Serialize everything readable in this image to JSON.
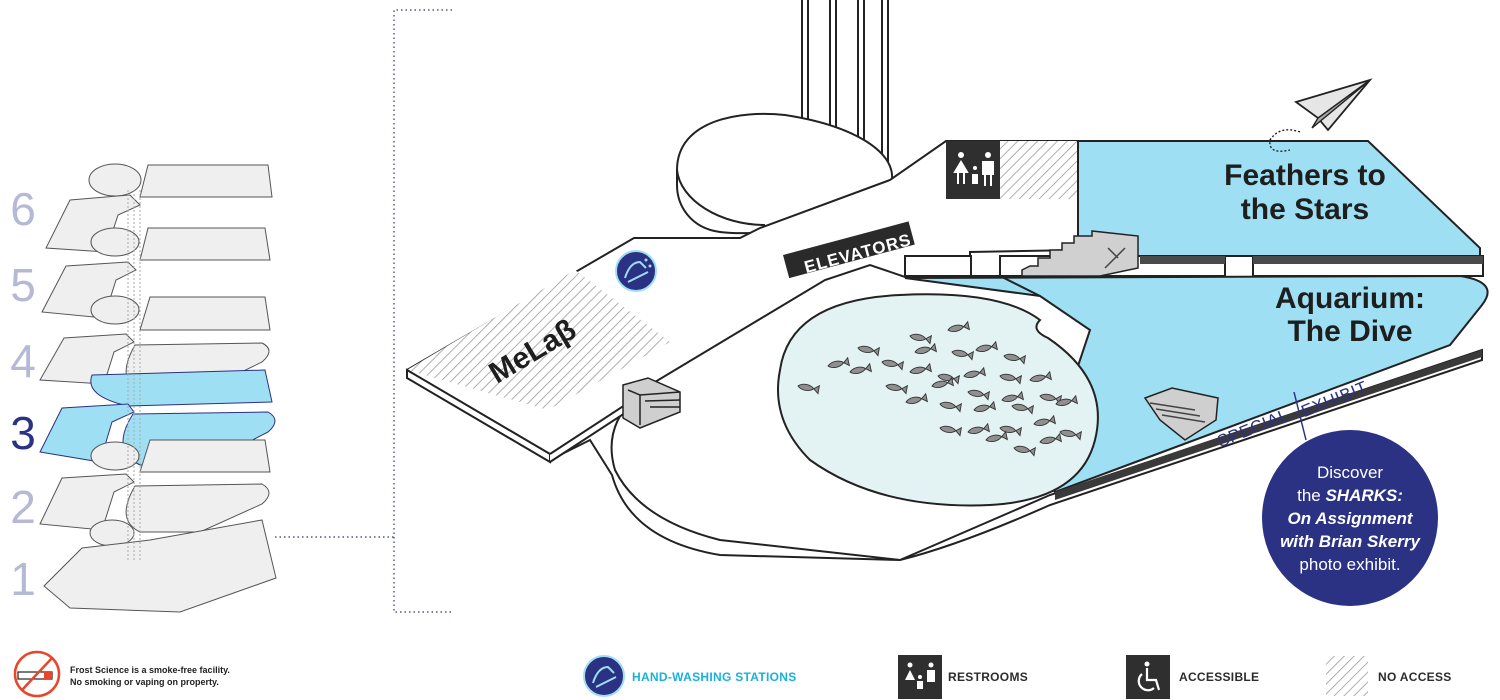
{
  "floor_selector": {
    "floors": [
      "6",
      "5",
      "4",
      "3",
      "2",
      "1"
    ],
    "active_floor": "3"
  },
  "map": {
    "areas": {
      "melab": "MeLaβ",
      "feathers_line1": "Feathers to",
      "feathers_line2": "the Stars",
      "aquarium_line1": "Aquarium:",
      "aquarium_line2": "The Dive",
      "elevators": "ELEVATORS"
    },
    "special_exhibit": {
      "word1": "SPECIAL",
      "word2": "EXHIBIT",
      "promo_line1": "Discover",
      "promo_line2_prefix": "the ",
      "promo_line2_em": "SHARKS:",
      "promo_line3": "On Assignment",
      "promo_line4": "with Brian Skerry",
      "promo_line5": "photo exhibit."
    }
  },
  "legend": {
    "smoke_line1": "Frost Science is a smoke-free facility.",
    "smoke_line2": "No smoking or vaping on property.",
    "hand_washing": "HAND-WASHING STATIONS",
    "restrooms": "RESTROOMS",
    "accessible": "ACCESSIBLE",
    "no_access": "NO ACCESS"
  },
  "icons": [
    "hand-washing-icon",
    "restroom-icon",
    "accessible-icon",
    "no-smoking-icon",
    "stairs-icon",
    "paper-plane-icon",
    "fish-icon"
  ],
  "colors": {
    "exhibit_blue": "#9edff3",
    "floor_grey": "#eeeeee",
    "navy": "#2b3183",
    "outline": "#2a2a2a"
  }
}
